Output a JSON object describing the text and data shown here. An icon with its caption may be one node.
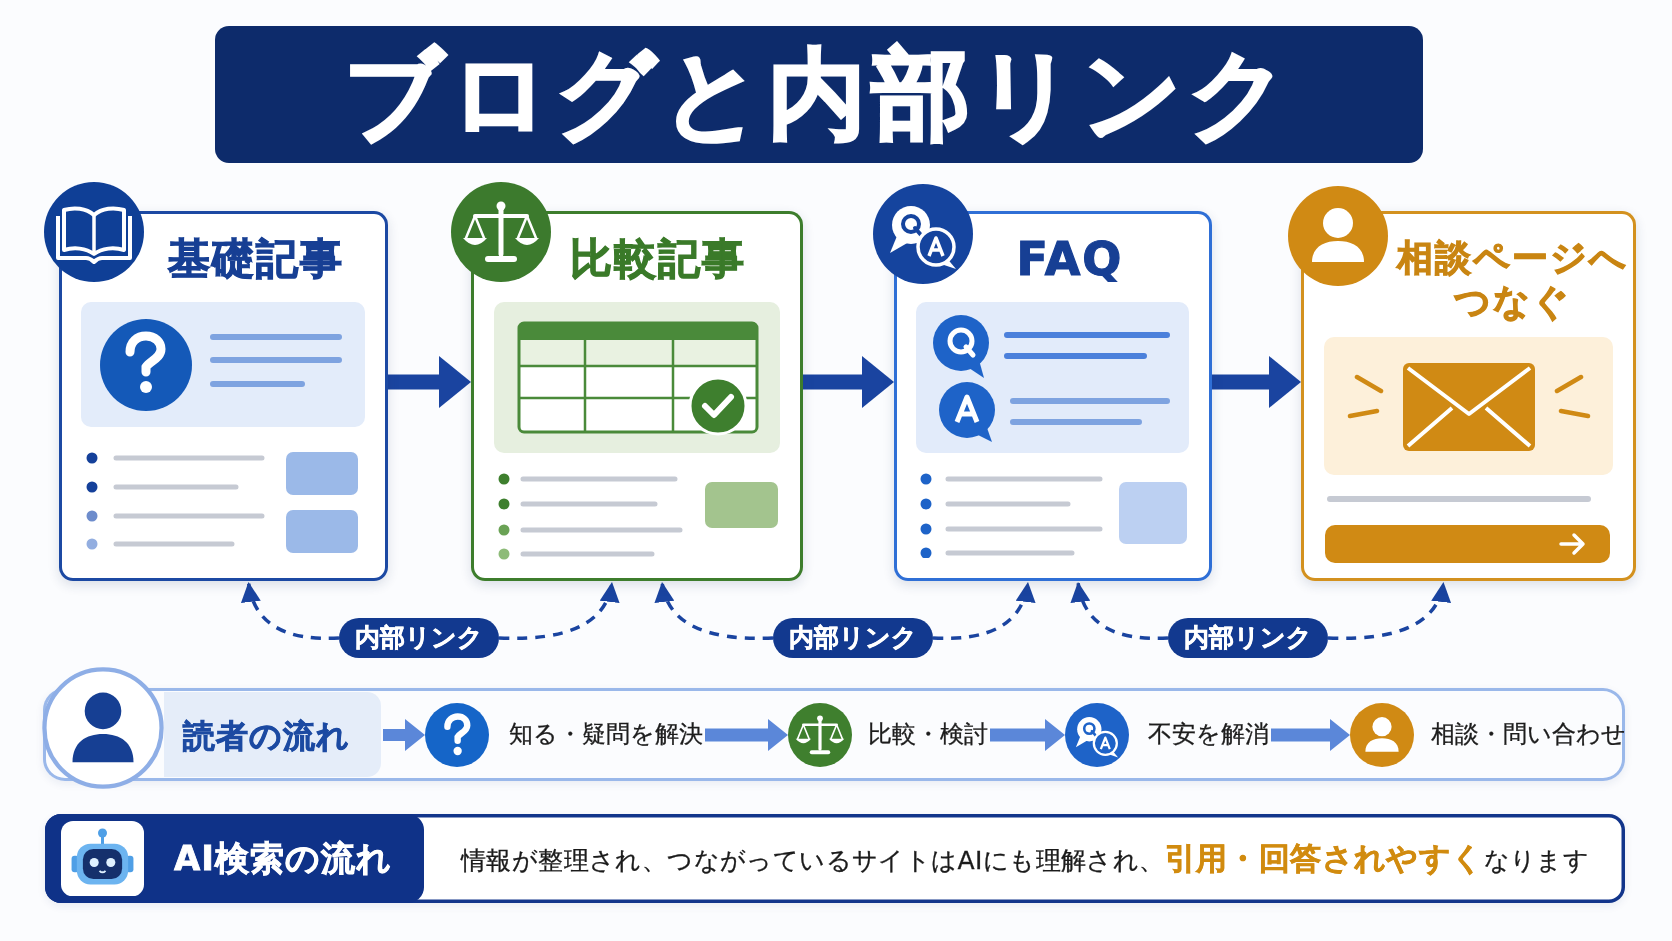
{
  "diagram": {
    "title": "ブログと内部リンク",
    "nodes": [
      {
        "text": [
          "基礎記事"
        ]
      },
      {
        "text": [
          "比較記事"
        ]
      },
      {
        "text": [
          "FAQ"
        ]
      },
      {
        "text": [
          "相談ページへつなぐ"
        ]
      },
      {
        "text": [
          "内部リンク"
        ]
      },
      {
        "text": [
          "内部リンク"
        ]
      },
      {
        "text": [
          "内部リンク"
        ]
      },
      {
        "text": [],
        "shape": "box"
      },
      {
        "text": [
          "読者の流れ"
        ],
        "in": 7
      },
      {
        "text": [
          "知る・疑問を解決"
        ],
        "in": 7
      },
      {
        "text": [
          "比較・検討"
        ],
        "in": 7
      },
      {
        "text": [
          "不安を解消"
        ],
        "in": 7
      },
      {
        "text": [
          "相談・問い合わせ"
        ],
        "in": 7
      },
      {
        "text": [
          "情報が整理され、つながっているサイトはAIにも理解され、**引用・回答されやすく**なります"
        ]
      },
      {
        "text": [
          "AI検索の流れ"
        ],
        "in": 13
      }
    ],
    "edges": [
      {
        "from": 0,
        "to": 1,
        "arrow": "to"
      },
      {
        "from": 1,
        "to": 2,
        "arrow": "to"
      },
      {
        "from": 2,
        "to": 3,
        "arrow": "to"
      },
      {
        "from": 4,
        "to": 0,
        "arrow": "to",
        "style": "dashed"
      },
      {
        "from": 4,
        "to": 1,
        "arrow": "to",
        "style": "dashed"
      },
      {
        "from": 5,
        "to": 1,
        "arrow": "to",
        "style": "dashed"
      },
      {
        "from": 5,
        "to": 2,
        "arrow": "to",
        "style": "dashed"
      },
      {
        "from": 6,
        "to": 2,
        "arrow": "to",
        "style": "dashed"
      },
      {
        "from": 6,
        "to": 3,
        "arrow": "to",
        "style": "dashed"
      },
      {
        "from": 8,
        "to": 9,
        "arrow": "to",
        "color": "#5b87d9"
      },
      {
        "from": 9,
        "to": 10,
        "arrow": "to",
        "color": "#5b87d9"
      },
      {
        "from": 10,
        "to": 11,
        "arrow": "to",
        "color": "#5b87d9"
      },
      {
        "from": 11,
        "to": 12,
        "arrow": "to",
        "color": "#5b87d9"
      }
    ]
  }
}
